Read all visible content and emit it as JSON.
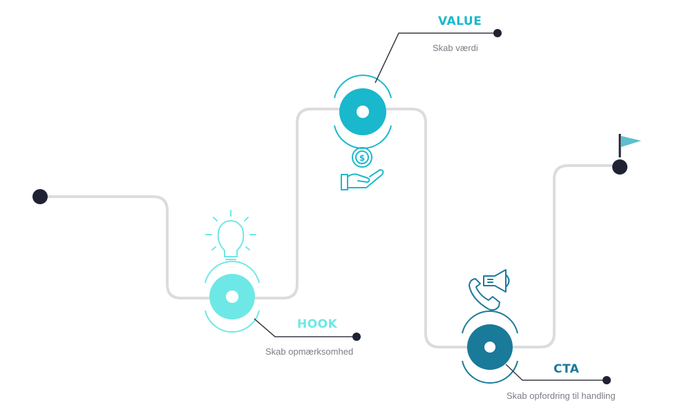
{
  "stages": [
    {
      "title": "HOOK",
      "subtitle": "Skab opmærksomhed",
      "color": "#6ee8e6",
      "icon": "lightbulb-icon"
    },
    {
      "title": "VALUE",
      "subtitle": "Skab værdi",
      "color": "#1ab8cc",
      "icon": "money-hand-icon"
    },
    {
      "title": "CTA",
      "subtitle": "Skab opfordring til handling",
      "color": "#1a7a9a",
      "icon": "phone-megaphone-icon"
    }
  ],
  "colors": {
    "path": "#dcdcdc",
    "dot": "#1e2233",
    "leader": "#3a3a44",
    "flag": "#5cbfcf"
  },
  "end_icon": "flag-icon"
}
